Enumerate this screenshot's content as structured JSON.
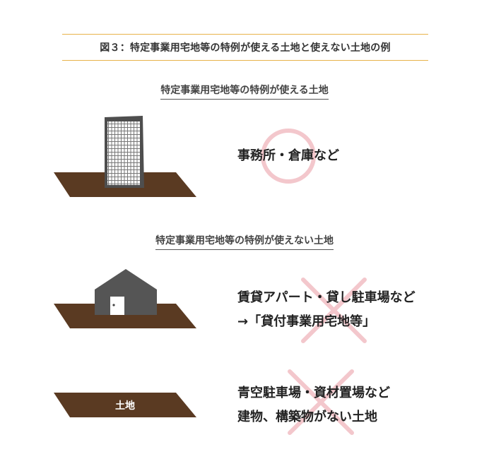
{
  "figure_title": "図３：特定事業用宅地等の特例が使える土地と使えない土地の例",
  "sections": {
    "usable": {
      "heading": "特定事業用宅地等の特例が使える土地",
      "items": [
        {
          "caption_lines": [
            "事務所・倉庫など"
          ],
          "mark": "circle-mark",
          "mark_color": "#f3c7cc"
        }
      ]
    },
    "unusable": {
      "heading": "特定事業用宅地等の特例が使えない土地",
      "items": [
        {
          "caption_lines": [
            "賃貸アパート・貸し駐車場など",
            "→「貸付事業用宅地等」"
          ],
          "mark": "cross-mark",
          "mark_color": "#f3c7cc"
        },
        {
          "land_label": "土地",
          "caption_lines": [
            "青空駐車場・資材置場など",
            "建物、構築物がない土地"
          ],
          "mark": "cross-mark",
          "mark_color": "#f3c7cc"
        }
      ]
    }
  },
  "colors": {
    "accent_line": "#e8b24a",
    "land": "#5a3a22",
    "building": "#555555",
    "mark": "#f3c7cc"
  }
}
